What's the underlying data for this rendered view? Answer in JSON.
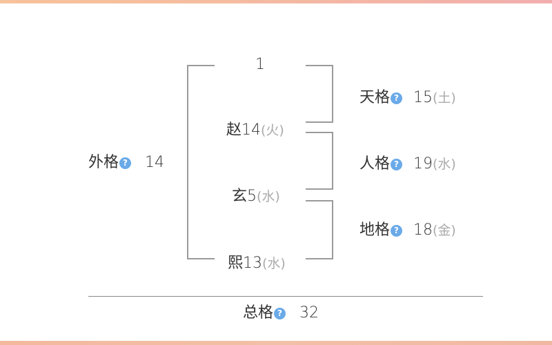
{
  "colors": {
    "help_icon": "#6aaae8",
    "text": "#333333",
    "element_text": "#aaaaaa",
    "bracket_line": "#9a9a9a",
    "strip_top": "#f5bca0",
    "strip_bottom": "#f2c0a6"
  },
  "strokes": {
    "top": {
      "char": "",
      "strokes": "1",
      "element": ""
    },
    "surname": {
      "char": "赵",
      "strokes": "14",
      "element": "(火)"
    },
    "given1": {
      "char": "玄",
      "strokes": "5",
      "element": "(水)"
    },
    "given2": {
      "char": "熙",
      "strokes": "13",
      "element": "(水)"
    }
  },
  "grids": {
    "tian": {
      "label": "天格",
      "value": "15",
      "element": "(土)",
      "icon": "help-icon"
    },
    "ren": {
      "label": "人格",
      "value": "19",
      "element": "(水)",
      "icon": "help-icon"
    },
    "di": {
      "label": "地格",
      "value": "18",
      "element": "(金)",
      "icon": "help-icon"
    },
    "wai": {
      "label": "外格",
      "value": "14",
      "icon": "help-icon"
    },
    "zong": {
      "label": "总格",
      "value": "32",
      "icon": "help-icon"
    }
  },
  "help_glyph": "?"
}
